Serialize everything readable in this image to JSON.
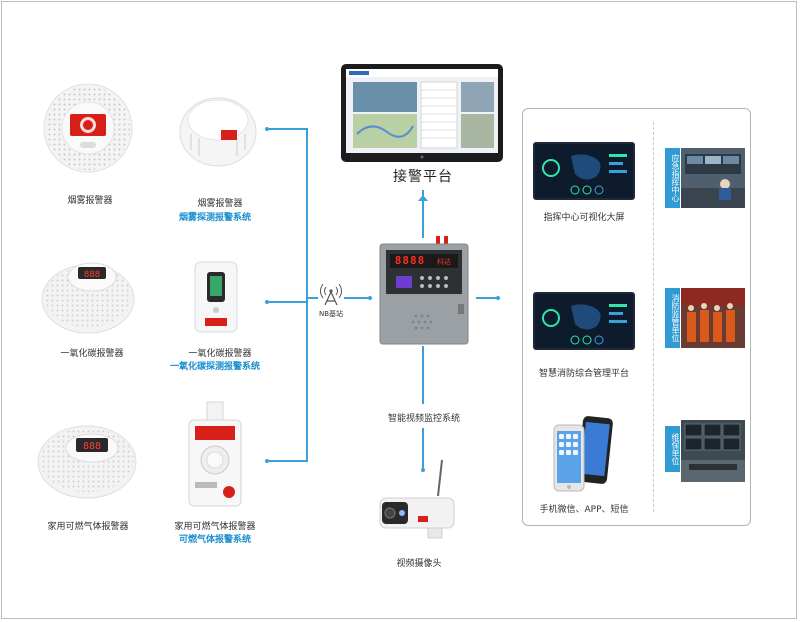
{
  "devices": {
    "smoke_round_label": "烟雾报警器",
    "smoke_ceiling_label": "烟雾报警器",
    "smoke_system_label": "烟雾探测报警系统",
    "co_round_label": "一氧化碳报警器",
    "co_wall_label": "一氧化碳报警器",
    "co_system_label": "一氧化碳探测报警系统",
    "gas_round_label": "家用可燃气体报警器",
    "gas_wall_label": "家用可燃气体报警器",
    "gas_system_label": "可燃气体报警系统"
  },
  "center": {
    "nb_label": "NB基站",
    "platform_label": "接警平台",
    "panel_display": "8888",
    "panel_brand": "科达",
    "video_system_label": "智能视频监控系统",
    "camera_label": "视频摄像头"
  },
  "right": {
    "command_screen_label": "指挥中心可视化大屏",
    "fire_platform_label": "智慧消防综合管理平台",
    "mobile_label": "手机微信、APP、短信",
    "tag_emergency": "应急指挥中心",
    "tag_fire_unit": "消防监管单位",
    "tag_maintenance": "维保单位"
  },
  "colors": {
    "accent_blue": "#3aa0d8",
    "label_blue": "#1b8fd0",
    "tag_blue": "#2f9bd2",
    "alarm_red": "#d8201a"
  }
}
